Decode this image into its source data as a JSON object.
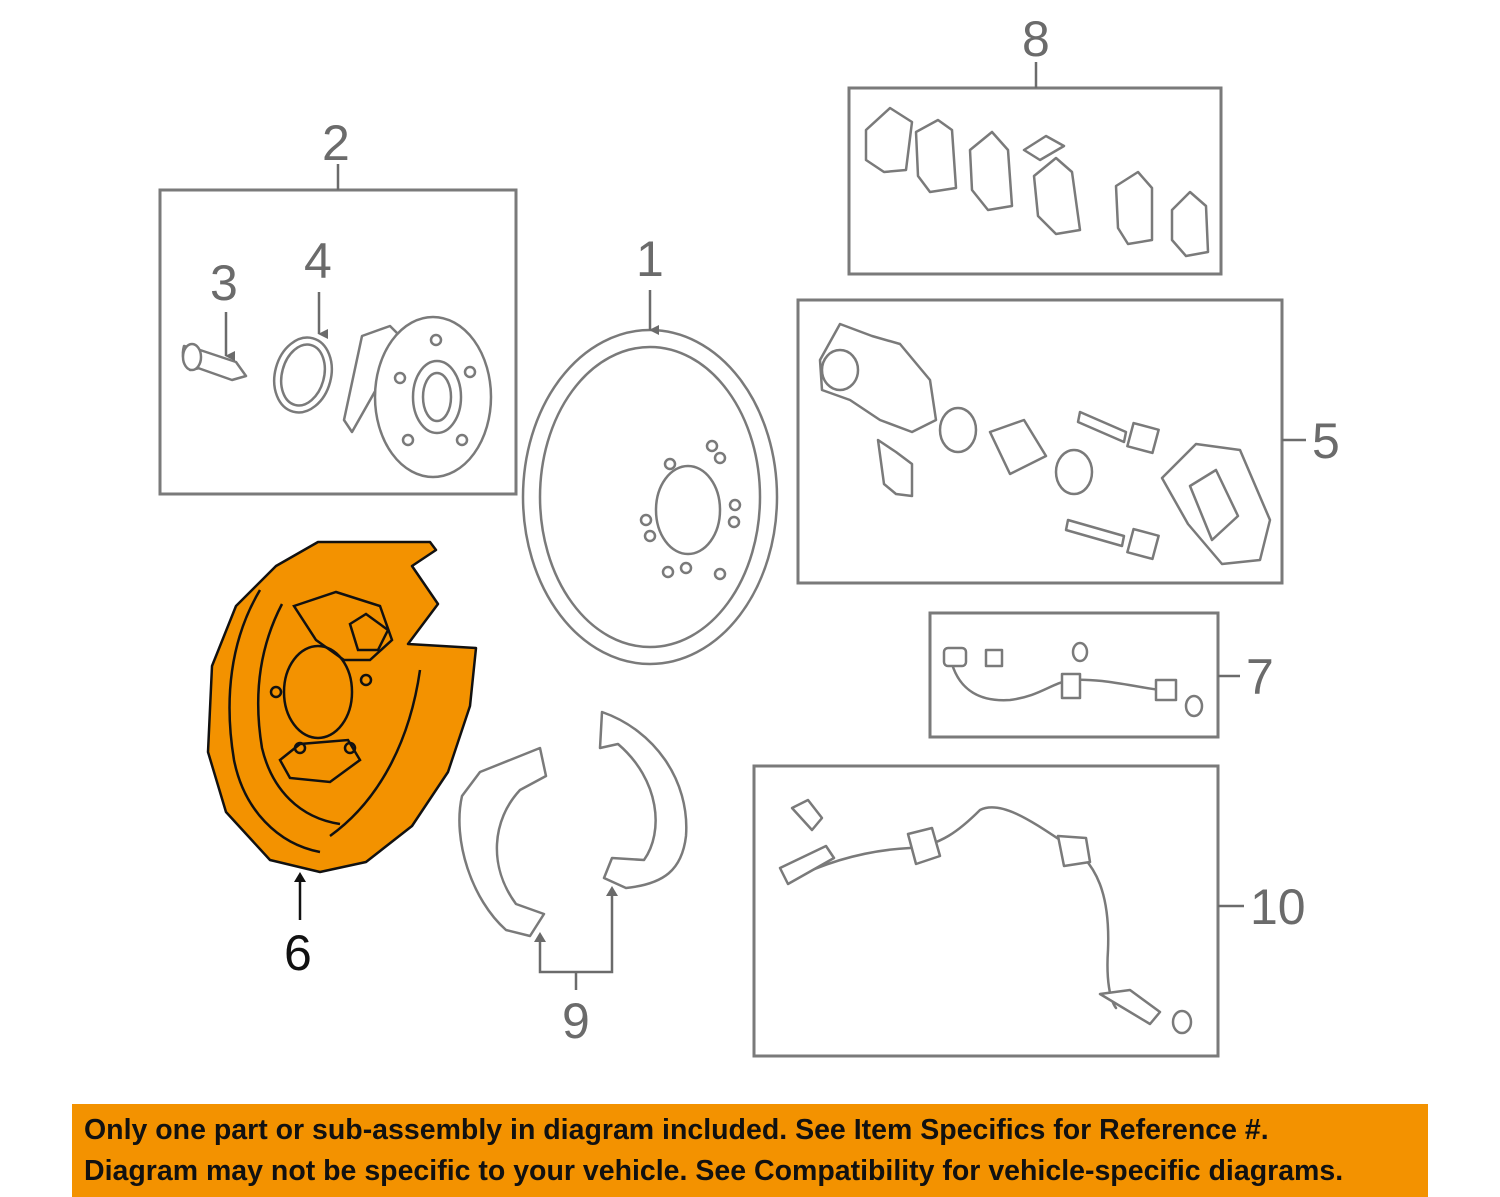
{
  "callouts": {
    "c1": "1",
    "c2": "2",
    "c3": "3",
    "c4": "4",
    "c5": "5",
    "c6": "6",
    "c7": "7",
    "c8": "8",
    "c9": "9",
    "c10": "10"
  },
  "colors": {
    "highlight": "#f39200",
    "line": "#7a7a7a",
    "banner": "#f39200"
  },
  "disclaimer": {
    "line1": "Only one part or sub-assembly in diagram included. See Item Specifics for Reference #.",
    "line2": "Diagram may not be specific to your vehicle. See Compatibility for vehicle-specific diagrams."
  }
}
